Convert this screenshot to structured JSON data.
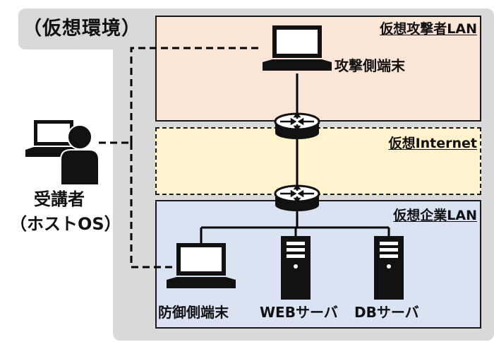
{
  "environment": {
    "label": "（仮想環境）"
  },
  "zones": {
    "attacker_lan": {
      "label": "仮想攻撃者LAN",
      "color": "#fbe5d6"
    },
    "internet": {
      "label": "仮想Internet",
      "color": "#fff2cc"
    },
    "corporate_lan": {
      "label": "仮想企業LAN",
      "color": "#dae3f3"
    }
  },
  "nodes": {
    "attacker_pc": {
      "label": "攻撃側端末",
      "icon": "laptop-icon"
    },
    "router_top": {
      "icon": "router-icon"
    },
    "router_bottom": {
      "icon": "router-icon"
    },
    "defender_pc": {
      "label": "防御側端末",
      "icon": "laptop-icon"
    },
    "web_server": {
      "label": "WEBサーバ",
      "icon": "server-icon"
    },
    "db_server": {
      "label": "DBサーバ",
      "icon": "server-icon"
    },
    "trainee": {
      "label_line1": "受講者",
      "label_line2": "（ホストOS）",
      "icon": "person-with-laptop-icon"
    }
  },
  "colors": {
    "line": "#000000",
    "icon": "#111111",
    "env": "#d9d9d9"
  }
}
